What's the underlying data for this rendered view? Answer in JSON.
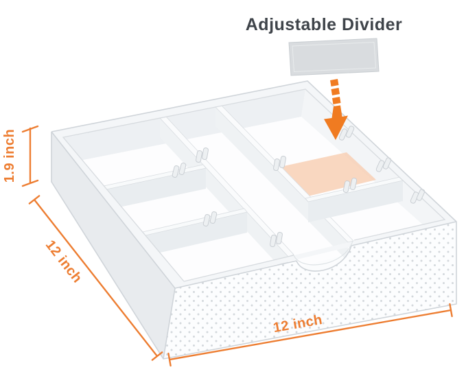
{
  "product_diagram": {
    "label": "Adjustable Divider",
    "dimensions": {
      "height": "1.9 inch",
      "side": "12 inch",
      "front": "12 inch"
    }
  },
  "colors": {
    "dimension_orange": "#ED7D31",
    "accent_orange": "#F07B21",
    "highlight_peach": "#F8CDB0",
    "divider_gray": "#D9DCDF",
    "label_dark": "#3F444A",
    "tray_white": "#FBFCFD"
  },
  "icons": {
    "arrow": "dashed-down-arrow-icon"
  }
}
